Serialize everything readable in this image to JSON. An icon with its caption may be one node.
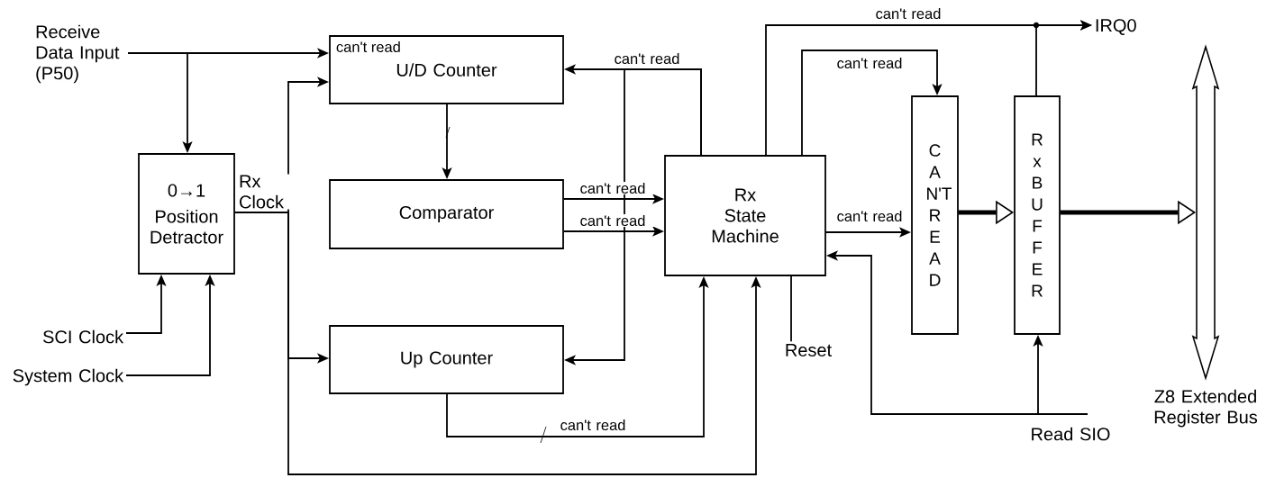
{
  "diagram": {
    "nodes": [
      {
        "text": [
          "Receive Data Input (P50)"
        ]
      },
      {
        "text": [
          "0→1",
          "Position Detractor"
        ]
      },
      {
        "text": [
          "can't read",
          "U/D Counter"
        ]
      },
      {
        "text": [
          "Comparator"
        ]
      },
      {
        "text": [
          "Up Counter"
        ]
      },
      {
        "text": [
          "Rx State Machine"
        ]
      },
      {
        "text": [
          "CAN'T READ"
        ]
      },
      {
        "text": [
          "Rx BUFFER"
        ]
      },
      {
        "text": [
          "IRQ0"
        ]
      },
      {
        "text": [
          "Z8 Extended Register Bus"
        ]
      },
      {
        "text": [
          "SCI Clock"
        ]
      },
      {
        "text": [
          "System Clock"
        ]
      },
      {
        "text": [
          "Reset"
        ]
      },
      {
        "text": [
          "Read SIO"
        ]
      }
    ],
    "edges": [
      {
        "from": 0,
        "to": 2,
        "arrow": "to"
      },
      {
        "from": 0,
        "to": 1,
        "arrow": "to"
      },
      {
        "from": 1,
        "to": 2,
        "arrow": "to",
        "label": "Rx Clock"
      },
      {
        "from": 1,
        "to": 4,
        "arrow": "to"
      },
      {
        "from": 1,
        "to": 5,
        "arrow": "to"
      },
      {
        "from": 2,
        "to": 3,
        "arrow": "to"
      },
      {
        "from": 3,
        "to": 5,
        "arrow": "to",
        "label": "can't read"
      },
      {
        "from": 3,
        "to": 5,
        "arrow": "to",
        "label": "can't read"
      },
      {
        "from": 5,
        "to": 2,
        "arrow": "to",
        "label": "can't read"
      },
      {
        "from": 5,
        "to": 4,
        "arrow": "to"
      },
      {
        "from": 4,
        "to": 5,
        "arrow": "to",
        "label": "can't read"
      },
      {
        "from": 5,
        "to": 8,
        "arrow": "to",
        "label": "can't read"
      },
      {
        "from": 7,
        "to": 8,
        "arrow": "to"
      },
      {
        "from": 5,
        "to": 6,
        "arrow": "to",
        "label": "can't read"
      },
      {
        "from": 5,
        "to": 6,
        "arrow": "to",
        "label": "can't read"
      },
      {
        "from": 13,
        "to": 5,
        "arrow": "to"
      },
      {
        "from": 13,
        "to": 7,
        "arrow": "to"
      },
      {
        "from": 6,
        "to": 7,
        "arrow": "to",
        "style": "thick"
      },
      {
        "from": 7,
        "to": 9,
        "arrow": "to",
        "style": "thick"
      },
      {
        "from": 10,
        "to": 1,
        "arrow": "to"
      },
      {
        "from": 11,
        "to": 1,
        "arrow": "to"
      },
      {
        "from": 5,
        "to": 12,
        "arrow": "none"
      }
    ]
  }
}
